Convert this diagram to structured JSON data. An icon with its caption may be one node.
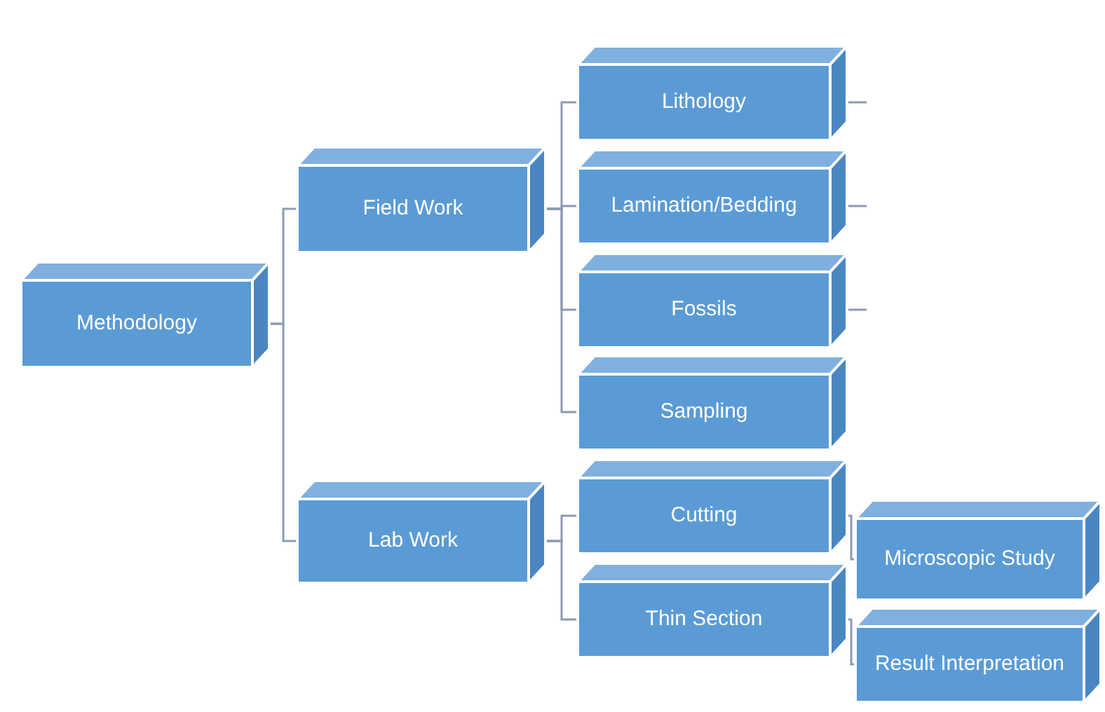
{
  "diagram": {
    "nodes": [
      {
        "text": [
          "Methodology"
        ]
      },
      {
        "text": [
          "Field Work"
        ]
      },
      {
        "text": [
          "Lab Work"
        ]
      },
      {
        "text": [
          "Lithology"
        ]
      },
      {
        "text": [
          "Lamination/Bedding"
        ]
      },
      {
        "text": [
          "Fossils"
        ]
      },
      {
        "text": [
          "Sampling"
        ]
      },
      {
        "text": [
          "Cutting"
        ]
      },
      {
        "text": [
          "Thin Section"
        ]
      },
      {
        "text": [
          "Microscopic Study"
        ]
      },
      {
        "text": [
          "Result Interpretation"
        ]
      }
    ],
    "edges": [
      {
        "from": 0,
        "to": 1,
        "arrow": "none"
      },
      {
        "from": 0,
        "to": 2,
        "arrow": "none"
      },
      {
        "from": 1,
        "to": 3,
        "arrow": "none"
      },
      {
        "from": 1,
        "to": 4,
        "arrow": "none"
      },
      {
        "from": 1,
        "to": 5,
        "arrow": "none"
      },
      {
        "from": 1,
        "to": 6,
        "arrow": "none"
      },
      {
        "from": 2,
        "to": 7,
        "arrow": "none"
      },
      {
        "from": 2,
        "to": 8,
        "arrow": "none"
      },
      {
        "from": 7,
        "to": 9,
        "arrow": "none"
      },
      {
        "from": 8,
        "to": 10,
        "arrow": "none"
      },
      {
        "from": 3,
        "to": null,
        "arrow": "none"
      },
      {
        "from": 4,
        "to": null,
        "arrow": "none"
      },
      {
        "from": 5,
        "to": null,
        "arrow": "none"
      }
    ]
  }
}
